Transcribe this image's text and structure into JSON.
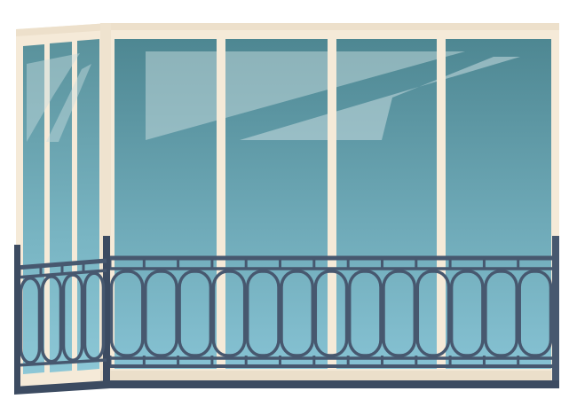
{
  "scene": {
    "subject": "glazed-balcony",
    "colors": {
      "frame": "#f5ead8",
      "frame_shade": "#e6d9c4",
      "glass_top": "#4e8792",
      "glass_bottom": "#86c2d3",
      "glass_side_top": "#5a929c",
      "glass_side_bottom": "#8cc7d6",
      "reflection": "#c9dde0",
      "railing": "#47586f",
      "railing_dark": "#3c4b61"
    },
    "panels": {
      "front_count": 4,
      "side_count": 3
    },
    "railing": {
      "front_baluster_count": 13,
      "side_baluster_count": 4
    }
  }
}
